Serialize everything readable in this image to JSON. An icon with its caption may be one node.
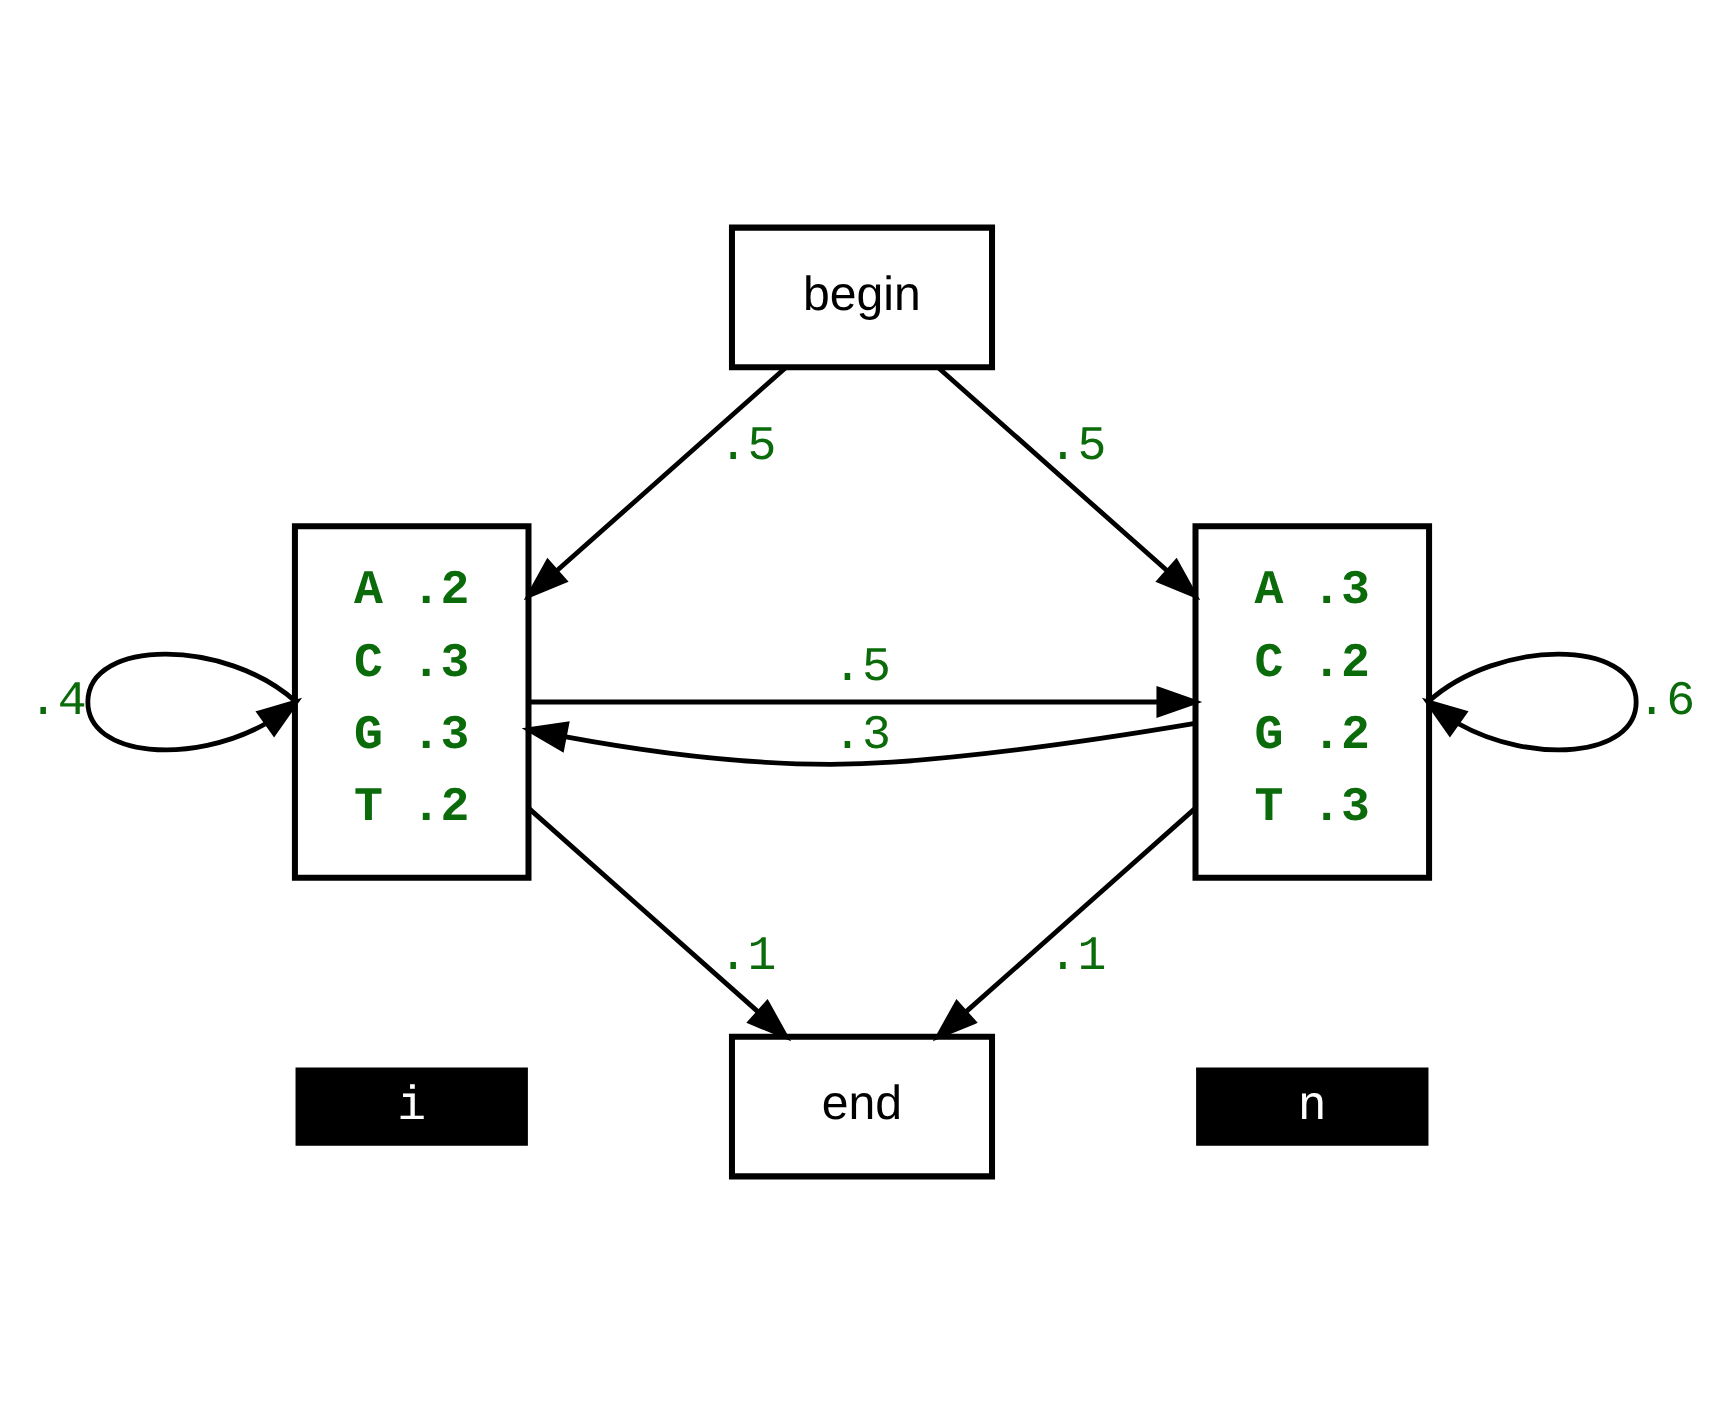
{
  "diagram": {
    "nodes": [
      {
        "text": [
          "begin"
        ]
      },
      {
        "text": [
          "A .2",
          "C .3",
          "G .3",
          "T .2"
        ]
      },
      {
        "text": [
          "i"
        ]
      },
      {
        "text": [
          "A .3",
          "C .2",
          "G .2",
          "T .3"
        ]
      },
      {
        "text": [
          "n"
        ]
      },
      {
        "text": [
          "end"
        ]
      }
    ],
    "edges": [
      {
        "from": 0,
        "to": 1,
        "arrow": "to",
        "label": ".5"
      },
      {
        "from": 0,
        "to": 3,
        "arrow": "to",
        "label": ".5"
      },
      {
        "from": 1,
        "to": 1,
        "arrow": "to",
        "label": ".4"
      },
      {
        "from": 3,
        "to": 3,
        "arrow": "to",
        "label": ".6"
      },
      {
        "from": 1,
        "to": 3,
        "arrow": "to",
        "label": ".5"
      },
      {
        "from": 3,
        "to": 1,
        "arrow": "to",
        "label": ".3"
      },
      {
        "from": 1,
        "to": 5,
        "arrow": "to",
        "label": ".1"
      },
      {
        "from": 3,
        "to": 5,
        "arrow": "to",
        "label": ".1"
      }
    ]
  }
}
